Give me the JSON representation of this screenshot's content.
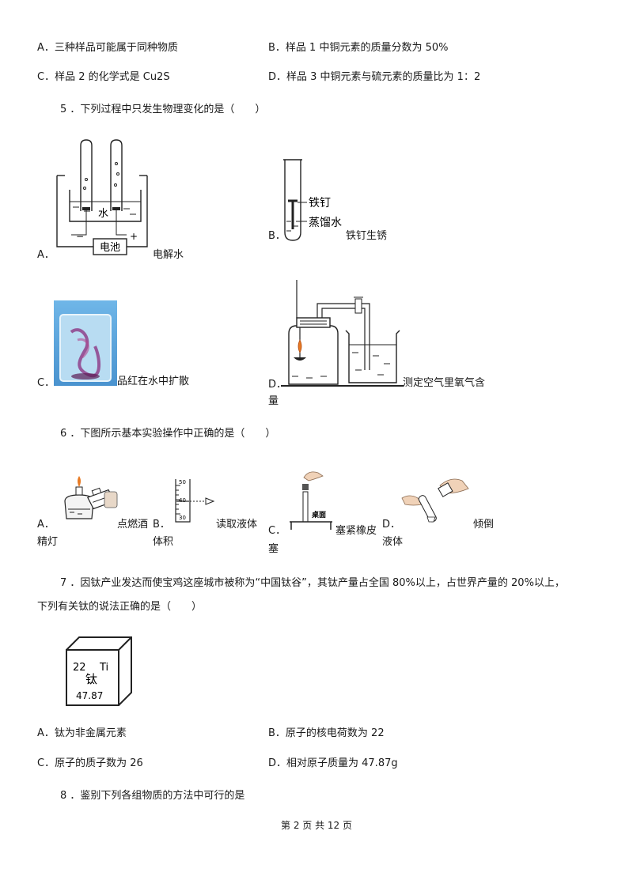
{
  "q4": {
    "optA": "A．三种样品可能属于同种物质",
    "optB": "B．样品 1 中铜元素的质量分数为 50%",
    "optC": "C．样品 2 的化学式是 Cu2S",
    "optD": "D．样品 3 中铜元素与硫元素的质量比为 1：2"
  },
  "q5": {
    "stem": "5 ．下列过程中只发生物理变化的是（　　）",
    "a_letter": "A．",
    "a_caption": "电解水",
    "a_fig_water": "水",
    "a_fig_battery": "电池",
    "a_fig_minus": "−",
    "a_fig_plus": "+",
    "b_letter": "B．",
    "b_caption": "铁钉生锈",
    "b_fig_nail": "铁钉",
    "b_fig_water": "蒸馏水",
    "c_letter": "C．",
    "c_caption": "品红在水中扩散",
    "d_letter": "D．",
    "d_caption_1": "测定空气里氧气含",
    "d_caption_2": "量"
  },
  "q6": {
    "stem": "6 ．下图所示基本实验操作中正确的是（　　）",
    "a_letter": "A．",
    "a_caption_1": "点燃酒",
    "a_caption_2": "精灯",
    "b_letter": "B．",
    "b_caption_1": "读取液体",
    "b_caption_2": "体积",
    "b_fig_50": "50",
    "b_fig_40": "40",
    "b_fig_30": "30",
    "c_letter": "C．",
    "c_caption_1": "塞紧橡皮",
    "c_caption_2": "塞",
    "c_fig_label": "桌面",
    "d_letter": "D．",
    "d_caption_1": "倾倒",
    "d_caption_2": "液体"
  },
  "q7": {
    "stem_1": "7 ．因钛产业发达而使宝鸡这座城市被称为“中国钛谷”，其钛产量占全国 80%以上，占世界产量的 20%以上，",
    "stem_2": "下列有关钛的说法正确的是（　　）",
    "card_number": "22",
    "card_symbol": "Ti",
    "card_name": "钛",
    "card_mass": "47.87",
    "optA": "A．钛为非金属元素",
    "optB": "B．原子的核电荷数为 22",
    "optC": "C．原子的质子数为 26",
    "optD": "D．相对原子质量为 47.87g"
  },
  "q8": {
    "stem": "8 ．鉴别下列各组物质的方法中可行的是"
  },
  "footer": "第 2 页 共 12 页"
}
